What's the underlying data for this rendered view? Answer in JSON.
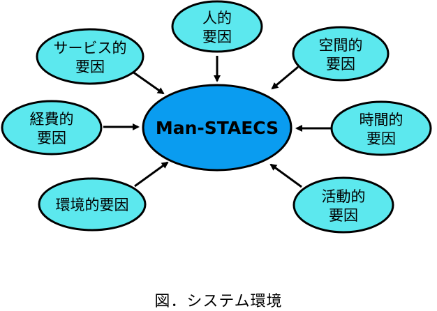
{
  "center": {
    "label": "Man-STAECS"
  },
  "nodes": [
    {
      "id": "human",
      "lines": [
        "人的",
        "要因"
      ]
    },
    {
      "id": "service",
      "lines": [
        "サービス的",
        "要因"
      ]
    },
    {
      "id": "space",
      "lines": [
        "空間的",
        "要因"
      ]
    },
    {
      "id": "economy",
      "lines": [
        "経費的",
        "要因"
      ]
    },
    {
      "id": "time",
      "lines": [
        "時間的",
        "要因"
      ]
    },
    {
      "id": "environment",
      "lines": [
        "環境的要因"
      ]
    },
    {
      "id": "activity",
      "lines": [
        "活動的",
        "要因"
      ]
    }
  ],
  "caption": "図．システム環境",
  "colors": {
    "center_fill": "#0A9CF0",
    "node_fill": "#5CE8EE",
    "stroke": "#000000"
  }
}
